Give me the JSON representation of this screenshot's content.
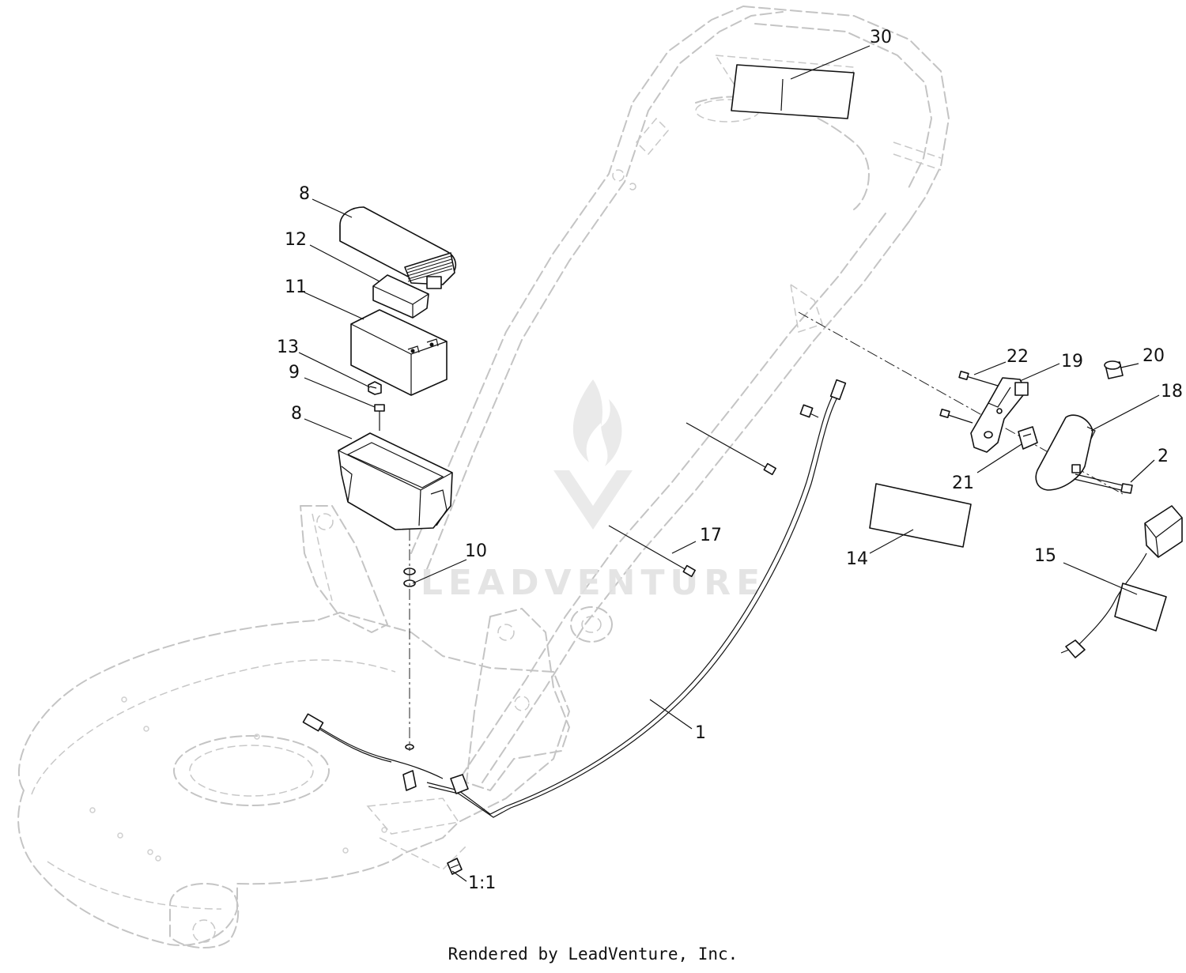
{
  "callouts": [
    "30",
    "8",
    "12",
    "11",
    "13",
    "9",
    "8",
    "22",
    "19",
    "20",
    "18",
    "2",
    "21",
    "14",
    "17",
    "10",
    "15",
    "1",
    "1:1"
  ],
  "footer": "Rendered by LeadVenture, Inc.",
  "watermark": {
    "text": "LEADVENTURE",
    "color": "#e2e2e2"
  },
  "colors": {
    "ink": "#111111",
    "phantom": "#c4c4c4",
    "background": "#ffffff"
  }
}
